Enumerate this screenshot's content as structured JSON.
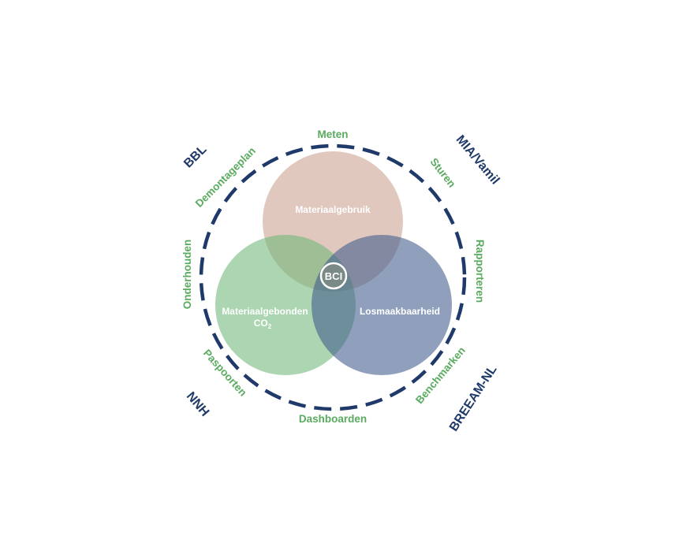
{
  "diagram": {
    "circles": {
      "top": {
        "label": "Materiaalgebruik",
        "color": "#d9bdb4"
      },
      "left": {
        "label": "Materiaalgebonden",
        "label_line2": "CO",
        "label_sub": "2",
        "color": "#a2d0a6"
      },
      "right": {
        "label": "Losmaakbaarheid",
        "color": "#8a9cba"
      }
    },
    "center_logo": {
      "text": "BCI",
      "color": "#7b8a88"
    },
    "ring": {
      "color": "#1f3a6a"
    },
    "ring_labels": {
      "meten": "Meten",
      "sturen": "Sturen",
      "rapporteren": "Rapporteren",
      "benchmarken": "Benchmarken",
      "dashboarden": "Dashboarden",
      "paspoorten": "Paspoorten",
      "onderhouden": "Onderhouden",
      "demontageplan": "Demontageplan"
    },
    "corner_labels": {
      "bbl": "BBL",
      "mia_vamil": "MIA/Vamil",
      "breeam_nl": "BREEAM-NL",
      "nnh": "NNH"
    },
    "colors": {
      "green_text": "#5aab5f",
      "navy_text": "#1f3a6a"
    }
  }
}
